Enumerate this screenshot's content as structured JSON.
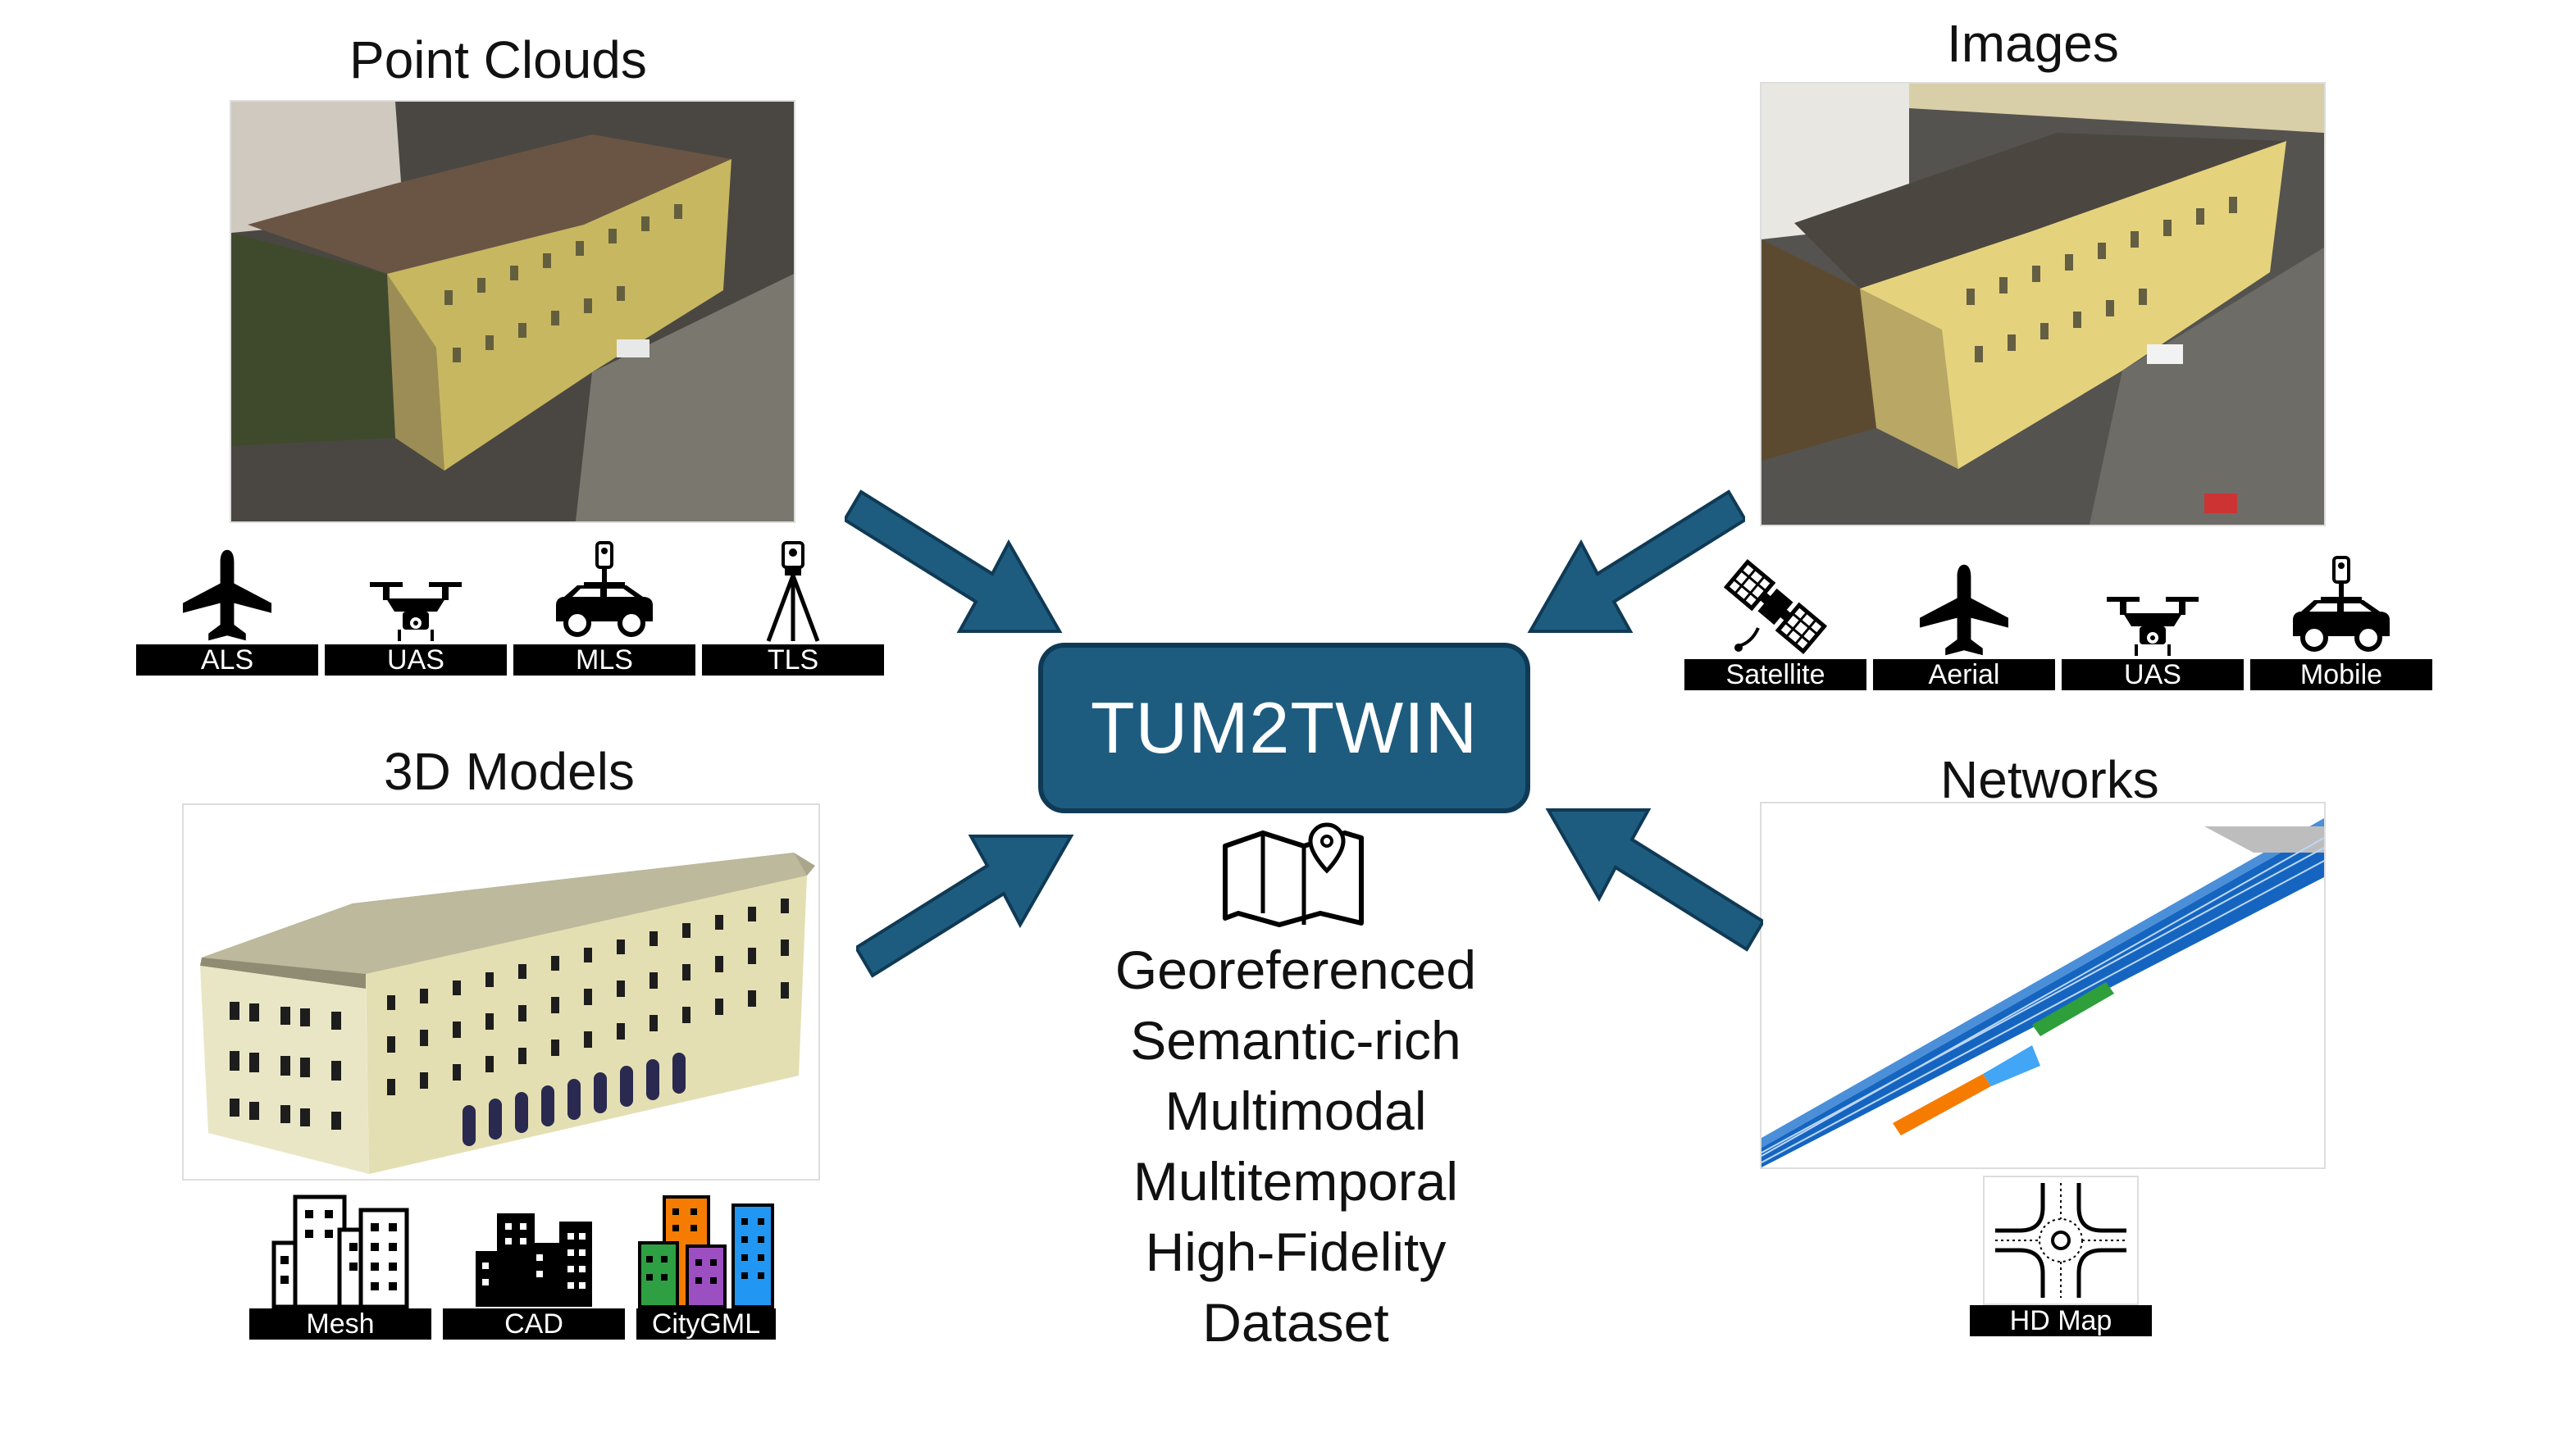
{
  "center": {
    "title": "TUM2TWIN"
  },
  "features": [
    "Georeferenced",
    "Semantic-rich",
    "Multimodal",
    "Multitemporal",
    "High-Fidelity",
    "Dataset"
  ],
  "sections": {
    "point_clouds": {
      "title": "Point Clouds",
      "sensors": [
        "ALS",
        "UAS",
        "MLS",
        "TLS"
      ]
    },
    "images": {
      "title": "Images",
      "sensors": [
        "Satellite",
        "Aerial",
        "UAS",
        "Mobile"
      ]
    },
    "models_3d": {
      "title": "3D Models",
      "formats": [
        "Mesh",
        "CAD",
        "CityGML"
      ]
    },
    "networks": {
      "title": "Networks",
      "formats": [
        "HD Map"
      ]
    }
  },
  "colors": {
    "accent": "#1e5c7f",
    "accent_border": "#0f3a55",
    "facade": "#e3dfb2",
    "roof": "#b7b392",
    "lane_blue": "#1565c0"
  },
  "icons": [
    "airplane-icon",
    "drone-icon",
    "mobile-mapping-car-icon",
    "tripod-scanner-icon",
    "satellite-icon",
    "buildings-icon",
    "map-pin-icon",
    "roundabout-icon"
  ]
}
